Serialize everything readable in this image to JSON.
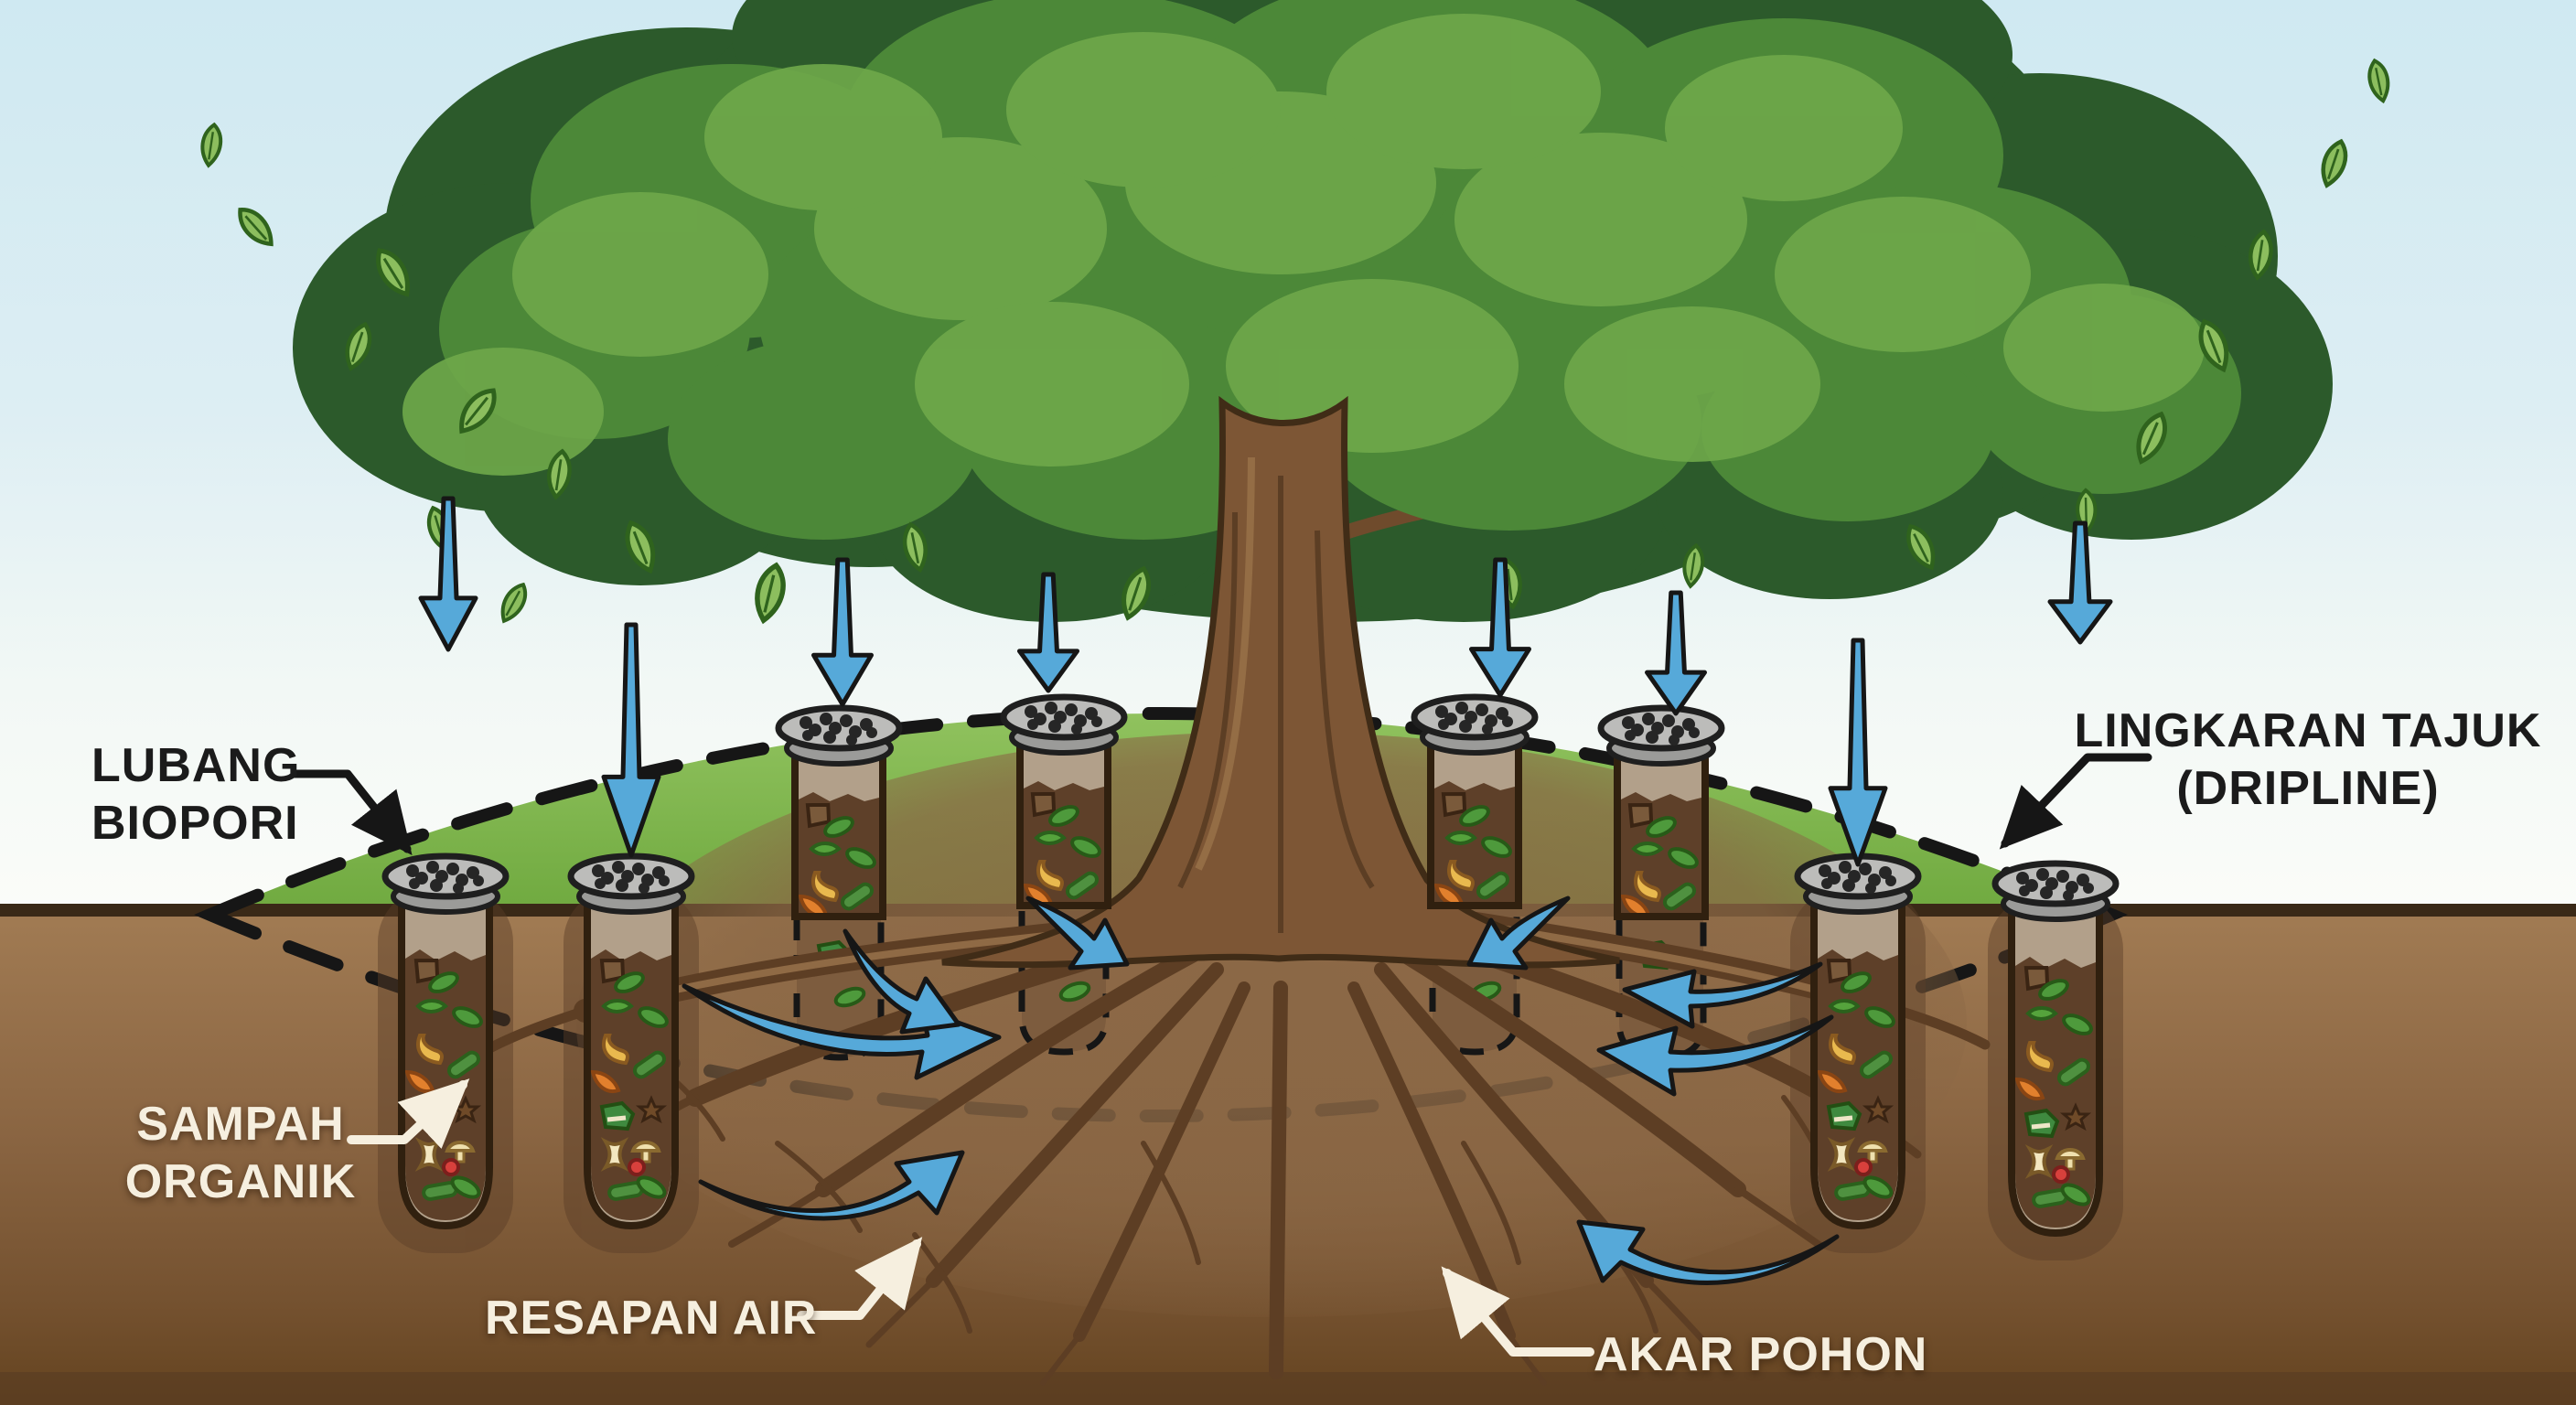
{
  "diagram": {
    "language": "Indonesian",
    "subject": "Biopore infiltration holes placed along a tree dripline",
    "labels": {
      "lubang_biopori": {
        "line1": "LUBANG",
        "line2": "BIOPORI"
      },
      "lingkaran_tajuk": {
        "line1": "LINGKARAN TAJUK",
        "line2": "(DRIPLINE)"
      },
      "sampah_organik": {
        "line1": "SAMPAH",
        "line2": "ORGANIK"
      },
      "resapan_air": {
        "text": "RESAPAN AIR"
      },
      "akar_pohon": {
        "text": "AKAR POHON"
      }
    },
    "scene": {
      "biopore_tube_count": 8,
      "rain_arrow_count": 8,
      "seep_arrow_count": 8,
      "tree": "large tree with canopy, trunk and spreading roots",
      "dripline": "black dashed ellipse around tree following grass mound and dipping underground",
      "tubes": "perforated-cap cylinders filled with organic waste buried in soil"
    },
    "colors": {
      "sky_top": "#cfe9f2",
      "sky_bottom": "#fbfcf9",
      "grass_light": "#90c25e",
      "grass_dark": "#6fa93f",
      "soil_top": "#a17b53",
      "soil_bottom": "#64431f",
      "canopy_dark": "#2c5a2b",
      "canopy_mid": "#4c8838",
      "leaf_light": "#8cbe5e",
      "trunk": "#7d5635",
      "root": "#5d3e24",
      "arrow_blue": "#56a9d9",
      "dashed_line": "#161616",
      "cap_gray": "#bcbcba",
      "waste_fill": "#5e4029",
      "label_dark": "#1b1b1b",
      "label_light": "#f6efdf"
    }
  }
}
